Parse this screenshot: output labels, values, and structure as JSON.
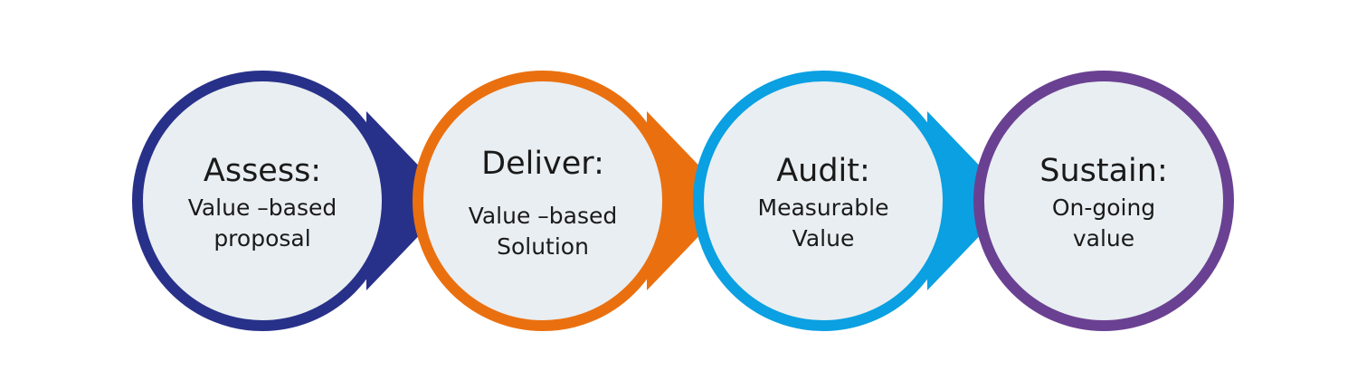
{
  "steps": [
    {
      "title": "Assess:",
      "line1": "Value –based",
      "line2": "proposal",
      "color": "#283189",
      "fill": "#e9eef2"
    },
    {
      "title": "Deliver:",
      "line1": "Value –based",
      "line2": "Solution",
      "color": "#ea700f",
      "fill": "#e9eef2"
    },
    {
      "title": "Audit:",
      "line1": "Measurable",
      "line2": "Value",
      "color": "#0aa0e2",
      "fill": "#e9eef2"
    },
    {
      "title": "Sustain:",
      "line1": "On-going",
      "line2": "value",
      "color": "#6a4192",
      "fill": "#e9eef2"
    }
  ]
}
